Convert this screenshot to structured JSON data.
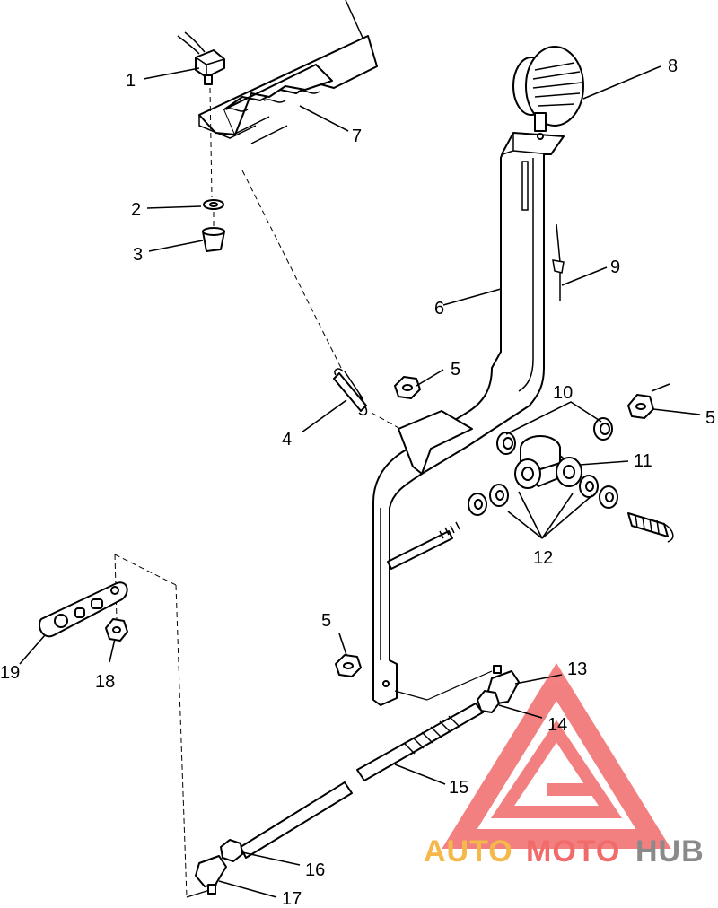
{
  "callouts": {
    "c1": "1",
    "c2": "2",
    "c3": "3",
    "c4": "4",
    "c5a": "5",
    "c5b": "5",
    "c5c": "5",
    "c6": "6",
    "c7": "7",
    "c8": "8",
    "c9": "9",
    "c10": "10",
    "c11": "11",
    "c12": "12",
    "c13": "13",
    "c14": "14",
    "c15": "15",
    "c16": "16",
    "c17": "17",
    "c18": "18",
    "c19": "19"
  },
  "watermark": {
    "part1": "AUTO",
    "part2": "MOTO",
    "part3": "HUB",
    "color_orange": "#f5b84a",
    "color_red": "#f26b6b",
    "color_gray": "#8a8a8a"
  }
}
